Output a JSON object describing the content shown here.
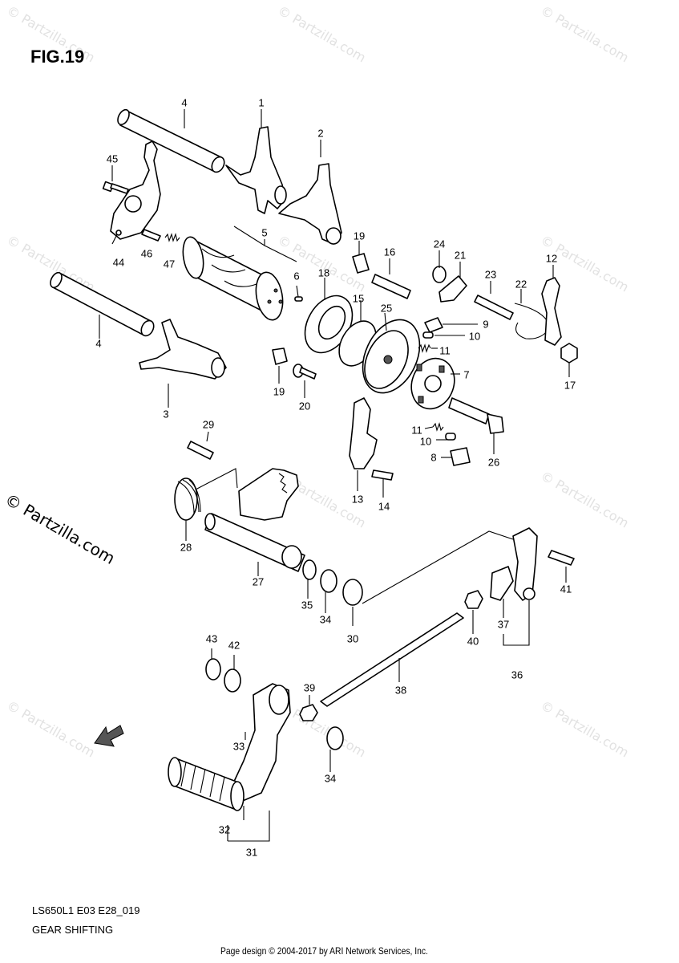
{
  "figure_label": "FIG.19",
  "watermark_text": "© Partzilla.com",
  "site_watermark": "© Partzilla.com",
  "model_code": "LS650L1 E03 E28_019",
  "diagram_title": "GEAR SHIFTING",
  "credit": "Page design © 2004-2017 by ARI Network Services, Inc.",
  "direction_label": "FWD",
  "callouts": [
    "1",
    "2",
    "3",
    "4",
    "4",
    "5",
    "6",
    "7",
    "8",
    "9",
    "10",
    "10",
    "11",
    "11",
    "12",
    "13",
    "14",
    "15",
    "16",
    "17",
    "18",
    "19",
    "19",
    "20",
    "21",
    "22",
    "23",
    "24",
    "25",
    "26",
    "27",
    "28",
    "29",
    "30",
    "31",
    "32",
    "33",
    "34",
    "34",
    "35",
    "36",
    "37",
    "38",
    "39",
    "40",
    "41",
    "42",
    "43",
    "44",
    "45",
    "46",
    "47"
  ]
}
